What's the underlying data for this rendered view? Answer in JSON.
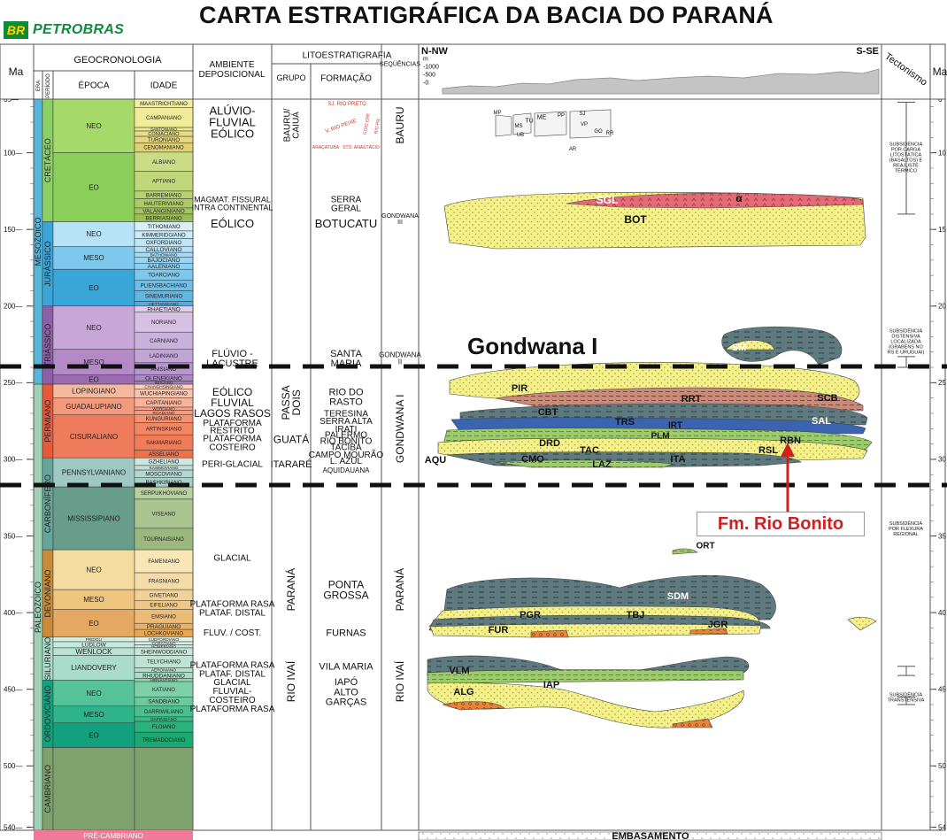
{
  "title": "CARTA ESTRATIGRÁFICA DA BACIA DO PARANÁ",
  "logo": {
    "badge": "BR",
    "name": "PETROBRAS"
  },
  "headers": {
    "ma": "Ma",
    "geocronologia": "GEOCRONOLOGIA",
    "era": "ERA",
    "periodo": "PERÍODO",
    "epoca": "ÉPOCA",
    "idade": "IDADE",
    "ambiente": "AMBIENTE\nDEPOSICIONAL",
    "litoestratigrafia": "LITOESTRATIGRAFIA",
    "grupo": "GRUPO",
    "formacao": "FORMAÇÃO",
    "sequencias": "SEQÜÊNCIAS",
    "nnw": "N-NW",
    "sse": "S-SE",
    "tectonismo": "Tectonismo",
    "ma_right": "Ma",
    "elev": [
      "m",
      "-1000",
      "-500",
      "-0"
    ]
  },
  "ma_ticks": [
    "65",
    "100",
    "150",
    "200",
    "250",
    "300",
    "350",
    "400",
    "450",
    "500",
    "540"
  ],
  "ma_ticks_right": [
    "6",
    "10",
    "15",
    "20",
    "25",
    "30",
    "35",
    "40",
    "45",
    "50",
    "54"
  ],
  "eras": [
    {
      "label": "MESOZOICO",
      "from": 65,
      "to": 251,
      "color": "#58b4d8"
    },
    {
      "label": "PALEOZOICO",
      "from": 251,
      "to": 542,
      "color": "#9ed0b6"
    }
  ],
  "periods": [
    {
      "label": "CRETÁCEO",
      "from": 65,
      "to": 145,
      "color": "#8bcf66"
    },
    {
      "label": "JURÁSSICO",
      "from": 145,
      "to": 200,
      "color": "#3aa6d8"
    },
    {
      "label": "TRIÁSSICO",
      "from": 200,
      "to": 251,
      "color": "#8d5fa8"
    },
    {
      "label": "PERMIANO",
      "from": 251,
      "to": 299,
      "color": "#e8593a"
    },
    {
      "label": "CARBONÍFERO",
      "from": 299,
      "to": 359,
      "color": "#67a59c"
    },
    {
      "label": "DEVONIANO",
      "from": 359,
      "to": 416,
      "color": "#c98b3a"
    },
    {
      "label": "SILURIANO",
      "from": 416,
      "to": 444,
      "color": "#a9dccb"
    },
    {
      "label": "ORDOVICIANO",
      "from": 444,
      "to": 488,
      "color": "#11a37f"
    },
    {
      "label": "CAMBRIANO",
      "from": 488,
      "to": 542,
      "color": "#7fa16e"
    }
  ],
  "epochs": [
    {
      "label": "NEO",
      "from": 65,
      "to": 100,
      "color": "#a5d96a"
    },
    {
      "label": "EO",
      "from": 100,
      "to": 145,
      "color": "#8bcf5a"
    },
    {
      "label": "NEO",
      "from": 145,
      "to": 161,
      "color": "#b6e3f5"
    },
    {
      "label": "MESO",
      "from": 161,
      "to": 176,
      "color": "#7ec8ee"
    },
    {
      "label": "EO",
      "from": 176,
      "to": 200,
      "color": "#3aa6d8"
    },
    {
      "label": "NEO",
      "from": 200,
      "to": 228,
      "color": "#c8a6d6"
    },
    {
      "label": "MESO",
      "from": 228,
      "to": 245,
      "color": "#b48ac6"
    },
    {
      "label": "EO",
      "from": 245,
      "to": 251,
      "color": "#9b6cb0"
    },
    {
      "label": "LOPINGIANO",
      "from": 251,
      "to": 260,
      "color": "#f5b9a0"
    },
    {
      "label": "GUADALUPIANO",
      "from": 260,
      "to": 271,
      "color": "#f39a7c"
    },
    {
      "label": "CISURALIANO",
      "from": 271,
      "to": 299,
      "color": "#ee7c5c"
    },
    {
      "label": "PENNSYLVANIANO",
      "from": 299,
      "to": 318,
      "color": "#9ec9c2"
    },
    {
      "label": "MISSISSIPIANO",
      "from": 318,
      "to": 359,
      "color": "#689d8b"
    },
    {
      "label": "NEO",
      "from": 359,
      "to": 385,
      "color": "#f4dca0"
    },
    {
      "label": "MESO",
      "from": 385,
      "to": 398,
      "color": "#efc47c"
    },
    {
      "label": "EO",
      "from": 398,
      "to": 416,
      "color": "#e4a860"
    },
    {
      "label": "PRIDOLI",
      "from": 416,
      "to": 419,
      "color": "#d5efe6"
    },
    {
      "label": "LUDLOW",
      "from": 419,
      "to": 423,
      "color": "#c6e9dc"
    },
    {
      "label": "WENLOCK",
      "from": 423,
      "to": 428,
      "color": "#b8e3d3"
    },
    {
      "label": "LIANDOVERY",
      "from": 428,
      "to": 444,
      "color": "#a9dccb"
    },
    {
      "label": "NEO",
      "from": 444,
      "to": 461,
      "color": "#55c29a"
    },
    {
      "label": "MESO",
      "from": 461,
      "to": 472,
      "color": "#2fb38a"
    },
    {
      "label": "EO",
      "from": 472,
      "to": 488,
      "color": "#13a07c"
    },
    {
      "label": "",
      "from": 488,
      "to": 542,
      "color": "#7fa16e"
    }
  ],
  "ages": [
    {
      "label": "MAASTRICHTIANO",
      "from": 65,
      "to": 70.6,
      "color": "#f3f0a0"
    },
    {
      "label": "CAMPANIANO",
      "from": 70.6,
      "to": 83.5,
      "color": "#f1ec9a"
    },
    {
      "label": "SANTONIANO",
      "from": 83.5,
      "to": 85.8,
      "color": "#ede58f"
    },
    {
      "label": "CONIACIANO",
      "from": 85.8,
      "to": 89.3,
      "color": "#e9de88"
    },
    {
      "label": "TURONIANO",
      "from": 89.3,
      "to": 93.5,
      "color": "#e4d77f"
    },
    {
      "label": "CENOMANIANO",
      "from": 93.5,
      "to": 99.6,
      "color": "#dfd077"
    },
    {
      "label": "ALBIANO",
      "from": 99.6,
      "to": 112,
      "color": "#ccdc86"
    },
    {
      "label": "APTIANO",
      "from": 112,
      "to": 125,
      "color": "#c2d67c"
    },
    {
      "label": "BARREMIANO",
      "from": 125,
      "to": 130,
      "color": "#b8d072"
    },
    {
      "label": "HAUTERIVIANO",
      "from": 130,
      "to": 136,
      "color": "#aeca68"
    },
    {
      "label": "VALANGINIANO",
      "from": 136,
      "to": 140,
      "color": "#a4c45e"
    },
    {
      "label": "BERRIASIANO",
      "from": 140,
      "to": 145,
      "color": "#9abe54"
    },
    {
      "label": "TITHONIANO",
      "from": 145,
      "to": 151,
      "color": "#d8eef9"
    },
    {
      "label": "KIMMERIDGIANO",
      "from": 151,
      "to": 156,
      "color": "#ccebf8"
    },
    {
      "label": "OXFORDIANO",
      "from": 156,
      "to": 161,
      "color": "#c0e6f6"
    },
    {
      "label": "CALLOVIANO",
      "from": 161,
      "to": 165,
      "color": "#b2e0f5"
    },
    {
      "label": "BATHONIANO",
      "from": 165,
      "to": 168,
      "color": "#a5dbf4"
    },
    {
      "label": "BAJOCIANO",
      "from": 168,
      "to": 172,
      "color": "#98d6f2"
    },
    {
      "label": "AALENIANO",
      "from": 172,
      "to": 176,
      "color": "#8bd1f1"
    },
    {
      "label": "TOARCIANO",
      "from": 176,
      "to": 183,
      "color": "#7bc9ee"
    },
    {
      "label": "PLIENSBACHIANO",
      "from": 183,
      "to": 190,
      "color": "#6cc1ea"
    },
    {
      "label": "SINEMURIANO",
      "from": 190,
      "to": 197,
      "color": "#5db8e6"
    },
    {
      "label": "HETTANGIANO",
      "from": 197,
      "to": 200,
      "color": "#4eb0e2"
    },
    {
      "label": "RHAETIANO",
      "from": 200,
      "to": 204,
      "color": "#e0cdea"
    },
    {
      "label": "NORIANO",
      "from": 204,
      "to": 217,
      "color": "#d6c0e3"
    },
    {
      "label": "CARNIANO",
      "from": 217,
      "to": 228,
      "color": "#cbb2dc"
    },
    {
      "label": "LADINIANO",
      "from": 228,
      "to": 237,
      "color": "#c1a5d5"
    },
    {
      "label": "ANISIANO",
      "from": 237,
      "to": 245,
      "color": "#b697ce"
    },
    {
      "label": "OLENEKIANO",
      "from": 245,
      "to": 249,
      "color": "#ad88c6"
    },
    {
      "label": "INDUANO",
      "from": 249,
      "to": 251,
      "color": "#a47abe"
    },
    {
      "label": "CHANGHSINGIANO",
      "from": 251,
      "to": 254,
      "color": "#fbd0bf"
    },
    {
      "label": "WUCHIAPINGIANO",
      "from": 254,
      "to": 260,
      "color": "#fac3ae"
    },
    {
      "label": "CAPITANIANO",
      "from": 260,
      "to": 266,
      "color": "#f9b39a"
    },
    {
      "label": "WORDIANO",
      "from": 266,
      "to": 268,
      "color": "#f8a88c"
    },
    {
      "label": "ROADIANO",
      "from": 268,
      "to": 271,
      "color": "#f79d7f"
    },
    {
      "label": "KUNGURIANO",
      "from": 271,
      "to": 276,
      "color": "#f59271"
    },
    {
      "label": "ARTINSKIANO",
      "from": 276,
      "to": 284,
      "color": "#f38764"
    },
    {
      "label": "SAKMARIANO",
      "from": 284,
      "to": 294,
      "color": "#f17c57"
    },
    {
      "label": "ASSELIANO",
      "from": 294,
      "to": 299,
      "color": "#ef714a"
    },
    {
      "label": "GZHELIANO",
      "from": 299,
      "to": 304,
      "color": "#cfe5e1"
    },
    {
      "label": "KASIMOVIANO",
      "from": 304,
      "to": 307,
      "color": "#c2ded9"
    },
    {
      "label": "MOSCOVIANO",
      "from": 307,
      "to": 312,
      "color": "#b5d7d1"
    },
    {
      "label": "BASHKIRIANO",
      "from": 312,
      "to": 318,
      "color": "#a8d0c9"
    },
    {
      "label": "SERPUKHOVIANO",
      "from": 318,
      "to": 326,
      "color": "#b8cfa0"
    },
    {
      "label": "VISEANO",
      "from": 326,
      "to": 345,
      "color": "#a9c48f"
    },
    {
      "label": "TOURNAISIANO",
      "from": 345,
      "to": 359,
      "color": "#9bb97f"
    },
    {
      "label": "FAMENIANO",
      "from": 359,
      "to": 374,
      "color": "#f8e6b6"
    },
    {
      "label": "FRASNIANO",
      "from": 374,
      "to": 385,
      "color": "#f5dca6"
    },
    {
      "label": "GIVETIANO",
      "from": 385,
      "to": 392,
      "color": "#f2d196"
    },
    {
      "label": "EIFELIANO",
      "from": 392,
      "to": 398,
      "color": "#efc786"
    },
    {
      "label": "EMSIANO",
      "from": 398,
      "to": 407,
      "color": "#ecbc76"
    },
    {
      "label": "PRAGUIANO",
      "from": 407,
      "to": 411,
      "color": "#e9b266"
    },
    {
      "label": "LOCHKOVIANO",
      "from": 411,
      "to": 416,
      "color": "#e6a756"
    },
    {
      "label": "LUDFORDIANO",
      "from": 416,
      "to": 419,
      "color": "#e1f3ed"
    },
    {
      "label": "GORSTIANO",
      "from": 419,
      "to": 421,
      "color": "#d8efe7"
    },
    {
      "label": "HOMERIANO",
      "from": 421,
      "to": 423,
      "color": "#cfebe1"
    },
    {
      "label": "SHEINWOODIANO",
      "from": 423,
      "to": 428,
      "color": "#c6e7db"
    },
    {
      "label": "TELYCHIANO",
      "from": 428,
      "to": 436,
      "color": "#bde3d5"
    },
    {
      "label": "AERONIANO",
      "from": 436,
      "to": 439,
      "color": "#b4dfcf"
    },
    {
      "label": "RHUDDANIANO",
      "from": 439,
      "to": 443,
      "color": "#abdbc9"
    },
    {
      "label": "HIRNANTIANO",
      "from": 443,
      "to": 445,
      "color": "#8fd7b5"
    },
    {
      "label": "KATIANO",
      "from": 445,
      "to": 455,
      "color": "#7ed0aa"
    },
    {
      "label": "SANDBIANO",
      "from": 455,
      "to": 461,
      "color": "#6cc99f"
    },
    {
      "label": "DARRIWILIANO",
      "from": 461,
      "to": 468,
      "color": "#4bbf8f"
    },
    {
      "label": "DAPINGIANO",
      "from": 468,
      "to": 471,
      "color": "#3bb885"
    },
    {
      "label": "FLOIANO",
      "from": 471,
      "to": 478,
      "color": "#2bb17b"
    },
    {
      "label": "TREMADOCIANO",
      "from": 478,
      "to": 488,
      "color": "#1ba971"
    },
    {
      "label": "",
      "from": 488,
      "to": 542,
      "color": "#7fa16e"
    }
  ],
  "precambrian": {
    "label": "PRÉ-CAMBRIANO",
    "color": "#f07a9a"
  },
  "ambientes": [
    {
      "label": "ALÚVIO-\nFLUVIAL\nEÓLICO",
      "ma": 80,
      "size": 13
    },
    {
      "label": "MAGMAT. FISSURAL\nINTRA CONTINENTAL",
      "ma": 133,
      "size": 9
    },
    {
      "label": "EÓLICO",
      "ma": 146,
      "size": 13
    },
    {
      "label": "FLÚVIO -\nLACUSTRE",
      "ma": 234,
      "size": 11
    },
    {
      "label": "EÓLICO\nFLUVIAL\nLAGOS RASOS",
      "ma": 263,
      "size": 12
    },
    {
      "label": "PLATAFORMA",
      "ma": 276,
      "size": 10
    },
    {
      "label": "RESTRITO",
      "ma": 281,
      "size": 10
    },
    {
      "label": "PLATAFORMA\nCOSTEIRO",
      "ma": 289,
      "size": 10
    },
    {
      "label": "PERI-GLACIAL",
      "ma": 303,
      "size": 10
    },
    {
      "label": "GLACIAL",
      "ma": 364,
      "size": 10
    },
    {
      "label": "PLATAFORMA RASA\nPLATAF. DISTAL",
      "ma": 397,
      "size": 10
    },
    {
      "label": "FLUV. / COST.",
      "ma": 413,
      "size": 10
    },
    {
      "label": "PLATAFORMA RASA\nPLATAF. DISTAL",
      "ma": 437,
      "size": 10
    },
    {
      "label": "GLACIAL\nFLUVIAL-\nCOSTEIRO\nPLATAFORMA RASA",
      "ma": 454,
      "size": 10
    }
  ],
  "grupos": [
    {
      "label": "BAURU/\nCAIUÁ",
      "ma": 82,
      "vertical": true,
      "size": 10
    },
    {
      "label": "PASSA\nDOIS",
      "ma": 263,
      "vertical": true,
      "size": 12
    },
    {
      "label": "GUATÁ",
      "ma": 287,
      "vertical": false,
      "size": 12
    },
    {
      "label": "ITARARÉ",
      "ma": 303,
      "vertical": false,
      "size": 11
    },
    {
      "label": "PARANÁ",
      "ma": 385,
      "vertical": true,
      "size": 12
    },
    {
      "label": "RIO IVAÍ",
      "ma": 445,
      "vertical": true,
      "size": 12
    }
  ],
  "formacoes": [
    {
      "label": "SERRA\nGERAL",
      "ma": 133,
      "size": 10
    },
    {
      "label": "BOTUCATU",
      "ma": 146,
      "size": 13
    },
    {
      "label": "SANTA\nMARIA",
      "ma": 234,
      "size": 11
    },
    {
      "label": "RIO DO\nRASTO",
      "ma": 259,
      "size": 11
    },
    {
      "label": "TERESINA",
      "ma": 270,
      "size": 10
    },
    {
      "label": "SERRA ALTA",
      "ma": 275,
      "size": 10
    },
    {
      "label": "IRATI",
      "ma": 280,
      "size": 10
    },
    {
      "label": "PALERMO",
      "ma": 284,
      "size": 10
    },
    {
      "label": "RIO BONITO",
      "ma": 288,
      "size": 10
    },
    {
      "label": "TACIBA",
      "ma": 292,
      "size": 10
    },
    {
      "label": "CAMPO MOURÃO",
      "ma": 297,
      "size": 10
    },
    {
      "label": "L. AZUL",
      "ma": 301,
      "size": 10
    },
    {
      "label": "AQUIDAUANA",
      "ma": 307,
      "size": 8
    },
    {
      "label": "PONTA\nGROSSA",
      "ma": 385,
      "size": 12
    },
    {
      "label": "FURNAS",
      "ma": 413,
      "size": 11
    },
    {
      "label": "VILA MARIA",
      "ma": 435,
      "size": 11
    },
    {
      "label": "IAPÓ",
      "ma": 445,
      "size": 11
    },
    {
      "label": "ALTO\nGARÇAS",
      "ma": 455,
      "size": 11
    }
  ],
  "bauru_small": [
    "SJ. RIO PRETO",
    "ARAÇATUBA",
    "STO. ANASTÁCIO",
    "V. RIO PEIXE",
    "GOIO ERE",
    "RIO PR."
  ],
  "sequencias": [
    {
      "label": "BAURU",
      "ma": 82,
      "vertical": true,
      "size": 12
    },
    {
      "label": "GONDWANA\nIII",
      "ma": 143,
      "vertical": false,
      "size": 7
    },
    {
      "label": "GONDWANA\nII",
      "ma": 234,
      "vertical": false,
      "size": 8
    },
    {
      "label": "GONDWANA I",
      "ma": 280,
      "vertical": true,
      "size": 12
    },
    {
      "label": "PARANÁ",
      "ma": 385,
      "vertical": true,
      "size": 12
    },
    {
      "label": "RIO IVAÍ",
      "ma": 445,
      "vertical": true,
      "size": 12
    }
  ],
  "tectonismo": [
    {
      "label": "SUBSIDÊNCIA\nPOR CARGA\nLITOSTÁTICA\n(BASALTOS) E\nREAJUSTE\nTÉRMICO",
      "ma": 103
    },
    {
      "label": "SUBSIDÊNCIA\nDISTENSIVA\nLOCALIZADA\n(GRABENS NO\nRS E URUGUAI)",
      "ma": 223
    },
    {
      "label": "SUBSIDÊNCIA\nPOR FLEXURA\nREGIONAL",
      "ma": 345
    },
    {
      "label": "SUBSIDÊNCIA\nTRANSTENSIVA",
      "ma": 455
    }
  ],
  "section_labels": [
    {
      "code": "MP",
      "color": "#111"
    },
    {
      "code": "TU",
      "color": "#111"
    },
    {
      "code": "ME",
      "color": "#111"
    },
    {
      "code": "PP",
      "color": "#111"
    },
    {
      "code": "SJ",
      "color": "#111"
    },
    {
      "code": "VP",
      "color": "#111"
    },
    {
      "code": "MS",
      "color": "#111"
    },
    {
      "code": "UB",
      "color": "#111"
    },
    {
      "code": "AR",
      "color": "#111"
    },
    {
      "code": "GO",
      "color": "#111"
    },
    {
      "code": "RR",
      "color": "#111"
    },
    {
      "code": "SGL",
      "color": "#ffffff"
    },
    {
      "code": "α",
      "color": "#111"
    },
    {
      "code": "BOT",
      "color": "#111"
    },
    {
      "code": "SM",
      "color": "#ffffff"
    },
    {
      "code": "PIR",
      "color": "#111"
    },
    {
      "code": "RRT",
      "color": "#111"
    },
    {
      "code": "SCB",
      "color": "#111"
    },
    {
      "code": "CBT",
      "color": "#111"
    },
    {
      "code": "TRS",
      "color": "#111"
    },
    {
      "code": "IRT",
      "color": "#111"
    },
    {
      "code": "SAL",
      "color": "#ffffff"
    },
    {
      "code": "PLM",
      "color": "#111"
    },
    {
      "code": "DRD",
      "color": "#111"
    },
    {
      "code": "TAC",
      "color": "#111"
    },
    {
      "code": "RBN",
      "color": "#111"
    },
    {
      "code": "AQU",
      "color": "#111"
    },
    {
      "code": "CMO",
      "color": "#111"
    },
    {
      "code": "LAZ",
      "color": "#111"
    },
    {
      "code": "ITA",
      "color": "#111"
    },
    {
      "code": "RSL",
      "color": "#111"
    },
    {
      "code": "ORT",
      "color": "#111"
    },
    {
      "code": "SDM",
      "color": "#ffffff"
    },
    {
      "code": "PGR",
      "color": "#111"
    },
    {
      "code": "TBJ",
      "color": "#111"
    },
    {
      "code": "FUR",
      "color": "#111"
    },
    {
      "code": "JGR",
      "color": "#111"
    },
    {
      "code": "VLM",
      "color": "#111"
    },
    {
      "code": "IAP",
      "color": "#111"
    },
    {
      "code": "ALG",
      "color": "#111"
    }
  ],
  "gondwana_label": "Gondwana I",
  "callout": "Fm. Rio Bonito",
  "embasamento": "EMBASAMENTO",
  "colors": {
    "sandstone": "#f4f08a",
    "shale": "#5f7a7e",
    "redbed": "#c98a7a",
    "basalt": "#e36a76",
    "coal_blue": "#3a63b0",
    "conglomerate": "#e8833a",
    "callout_red": "#d02020"
  }
}
